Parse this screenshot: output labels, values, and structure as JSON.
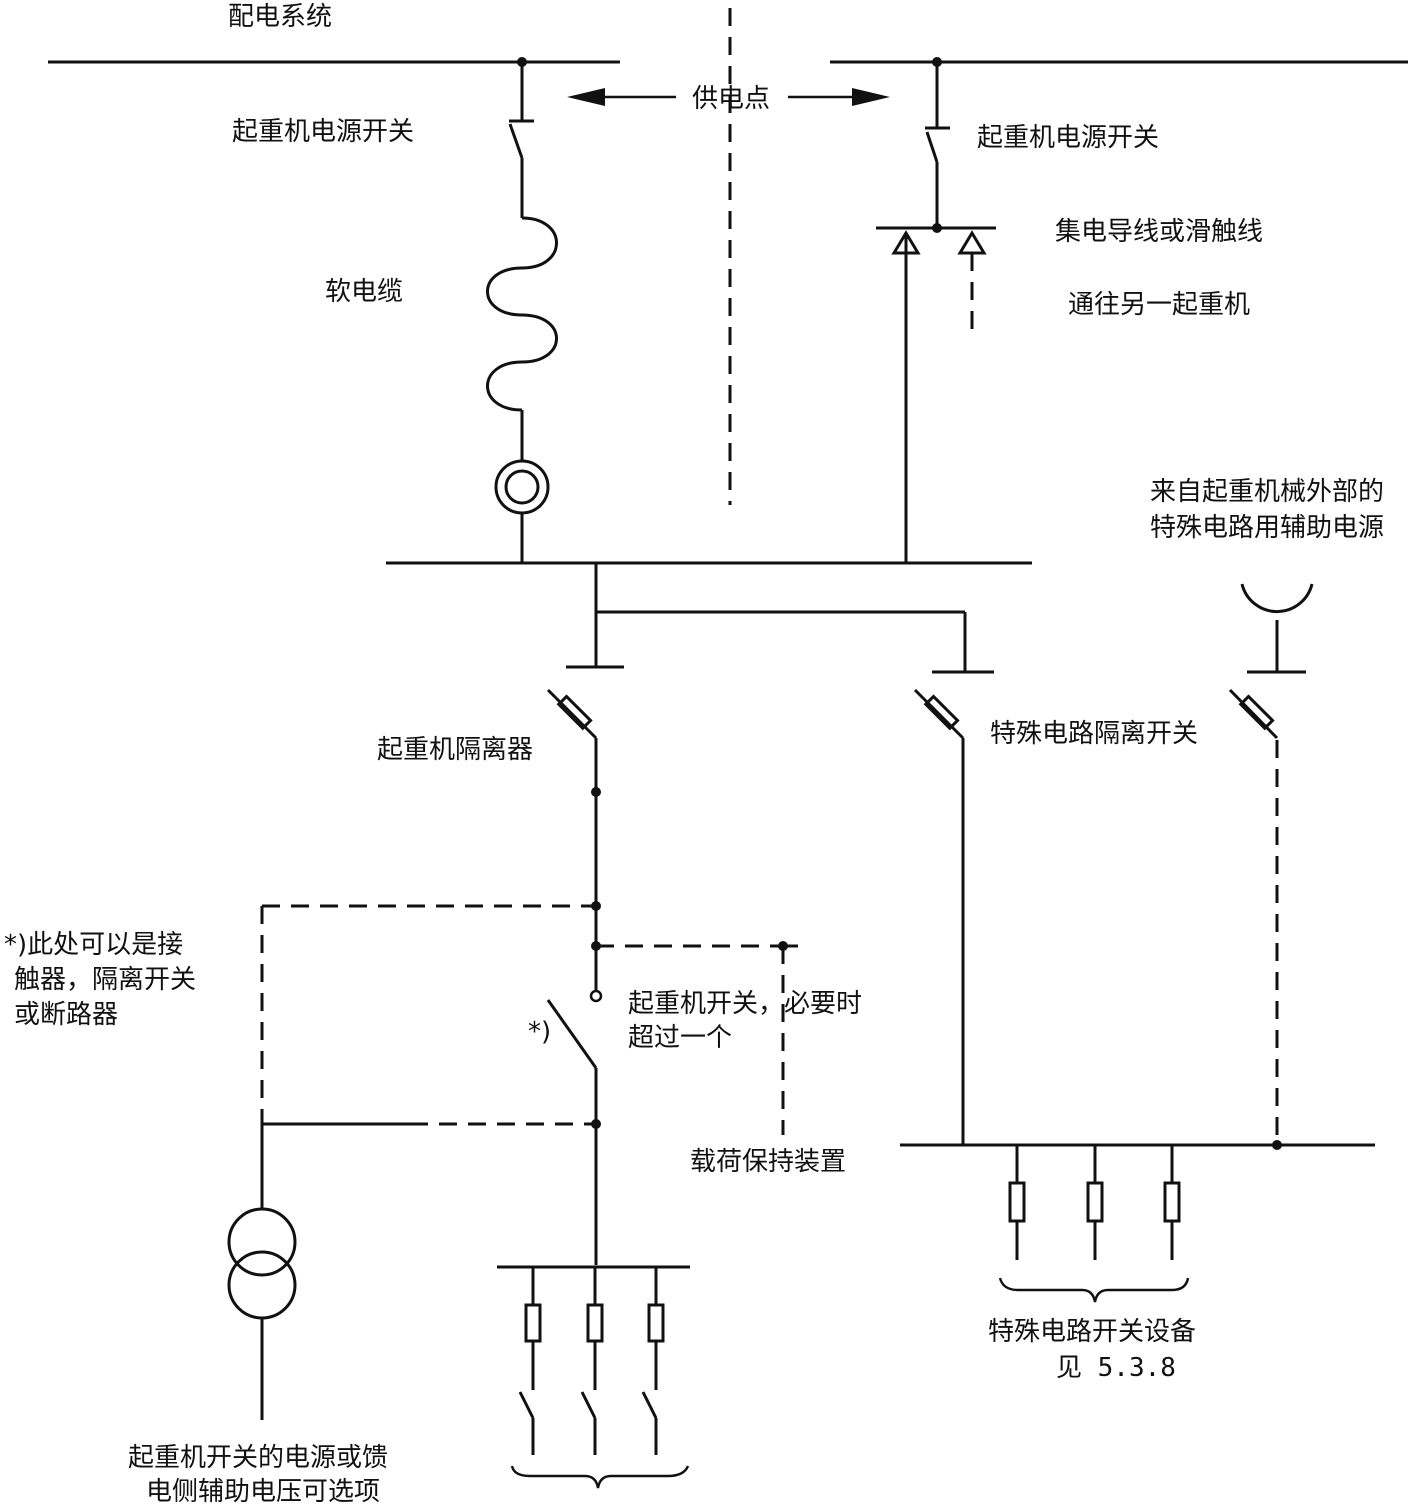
{
  "labels": {
    "distribution_system": "配电系统",
    "supply_point": "供电点",
    "crane_power_switch_left": "起重机电源开关",
    "crane_power_switch_right": "起重机电源开关",
    "flexible_cable": "软电缆",
    "collector_line": "集电导线或滑触线",
    "to_other_crane": "通往另一起重机",
    "external_aux_supply": [
      "来自起重机械外部的",
      "特殊电路用辅助电源"
    ],
    "crane_isolator": "起重机隔离器",
    "special_circuit_isolator": "特殊电路隔离开关",
    "footnote": [
      "*)此处可以是接",
      "触器，隔离开关",
      "或断路器"
    ],
    "crane_switch": [
      "起重机开关，必要时",
      "超过一个"
    ],
    "asterisk_mark": "*)",
    "load_holding": "载荷保持装置",
    "special_circuit_switchgear": "特殊电路开关设备",
    "see_clause": "见 5.3.8",
    "aux_voltage": [
      "起重机开关的电源或馈",
      "电侧辅助电压可选项"
    ]
  },
  "colors": {
    "line": "#111111",
    "background": "#ffffff"
  }
}
